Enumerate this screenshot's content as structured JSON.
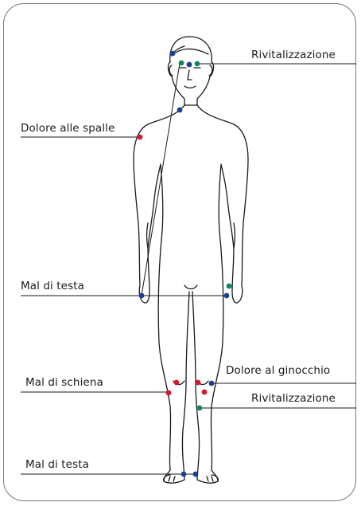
{
  "labels": {
    "revitalization_top": "Rivitalizzazione",
    "shoulder_pain": "Dolore alle spalle",
    "headache_hands": "Mal di testa",
    "knee_pain": "Dolore al ginocchio",
    "back_pain": "Mal di schiena",
    "revitalization_leg": "Rivitalizzazione",
    "headache_feet": "Mal di testa"
  },
  "colors": {
    "blue": "#1a3f8f",
    "green": "#12865a",
    "red": "#d4182c",
    "outline": "#1a1a1a",
    "frame": "#777777"
  }
}
